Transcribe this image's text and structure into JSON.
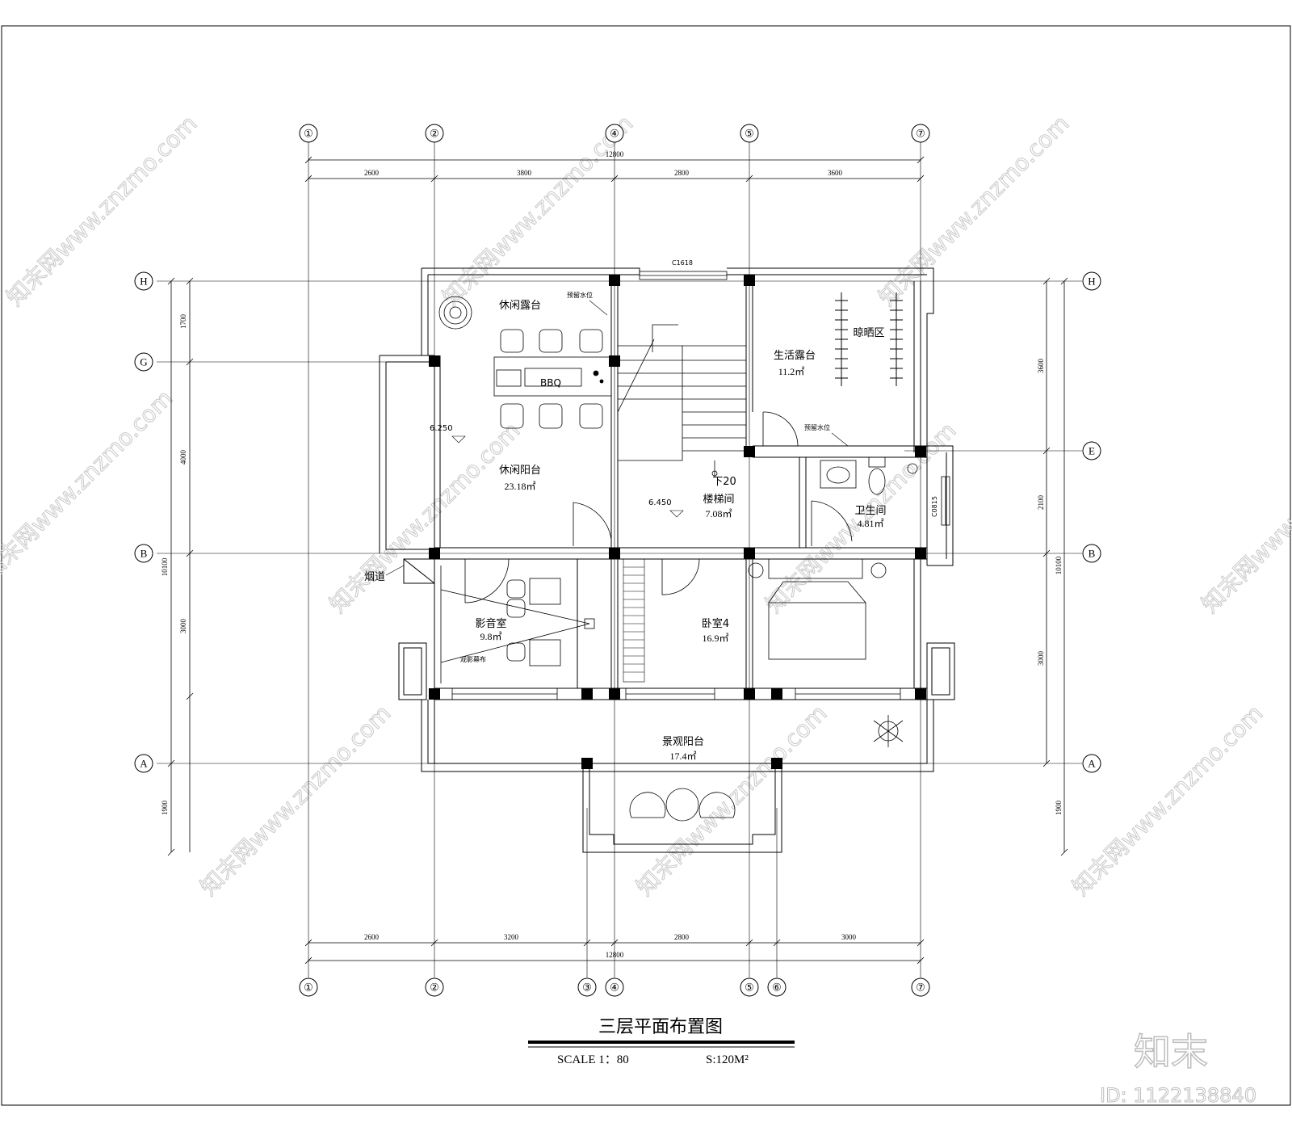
{
  "drawing": {
    "title": "三层平面布置图",
    "scale": "SCALE 1：80",
    "total_area": "S:120M²",
    "logo": "知末",
    "id": "ID: 1122138840",
    "watermark": "知末网www.znzmo.com"
  },
  "axes": {
    "top": [
      "①",
      "②",
      "④",
      "⑤",
      "⑦"
    ],
    "bottom": [
      "①",
      "②",
      "③",
      "④",
      "⑤",
      "⑥",
      "⑦"
    ],
    "left": [
      "H",
      "G",
      "B",
      "A"
    ],
    "right": [
      "H",
      "E",
      "B",
      "A"
    ]
  },
  "dimensions": {
    "top_total": "12800",
    "top_segments": [
      "2600",
      "3800",
      "2800",
      "3600"
    ],
    "bottom_total": "12800",
    "bottom_segments": [
      "2600",
      "3200",
      "2800",
      "3000"
    ],
    "left_total": "10100",
    "left_segments": [
      "1700",
      "4000",
      "3000",
      "1900"
    ],
    "right_total": "10100",
    "right_segments": [
      "3600",
      "2100",
      "3000",
      "1900"
    ]
  },
  "rooms": [
    {
      "name": "休闲露台",
      "area": ""
    },
    {
      "name": "休闲阳台",
      "area": "23.18㎡"
    },
    {
      "name": "楼梯间",
      "area": "7.08㎡"
    },
    {
      "name": "生活露台",
      "area": "11.2㎡"
    },
    {
      "name": "晾晒区",
      "area": ""
    },
    {
      "name": "卫生间",
      "area": "4.81㎡"
    },
    {
      "name": "影音室",
      "area": "9.8㎡"
    },
    {
      "name": "卧室4",
      "area": "16.9㎡"
    },
    {
      "name": "景观阳台",
      "area": "17.4㎡"
    }
  ],
  "annotations": {
    "window_top": "C1618",
    "window_right": "C0815",
    "water_reserve_1": "预留水位",
    "water_reserve_2": "预留水位",
    "bbq": "BBQ",
    "stairs_down": "下20",
    "level_1": "6.250",
    "level_2": "6.450",
    "chimney": "烟道",
    "screen": "观影幕布"
  }
}
